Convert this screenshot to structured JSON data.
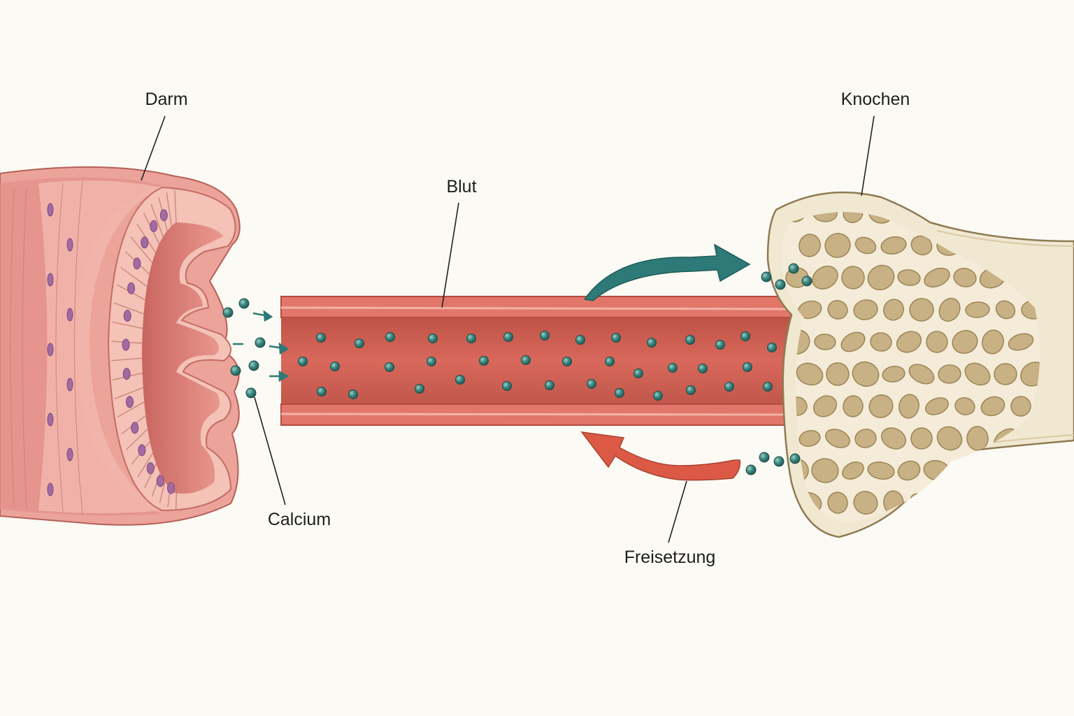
{
  "labels": {
    "darm": "Darm",
    "blut": "Blut",
    "knochen": "Knochen",
    "calcium": "Calcium",
    "freisetzung": "Freisetzung"
  },
  "colors": {
    "background": "#fcfaf4",
    "gut_outer": "#eba39a",
    "gut_mucosa": "#f2b5ab",
    "gut_cavity": "#d97a73",
    "nucleus": "#a36aa2",
    "vessel_wall": "#e1675a",
    "vessel_lumen": "#cd5d50",
    "bone_cortex": "#f1e8d2",
    "bone_trabecula": "#f4ecd8",
    "bone_space": "#c8b184",
    "calcium_particle": "#3f8c85",
    "arrow_uptake": "#2d7a78",
    "arrow_release": "#dc5a45"
  },
  "icons": {
    "uptake_arrow": "curved-arrow-right-icon",
    "release_arrow": "curved-arrow-left-icon",
    "particle": "calcium-ion-dot"
  }
}
